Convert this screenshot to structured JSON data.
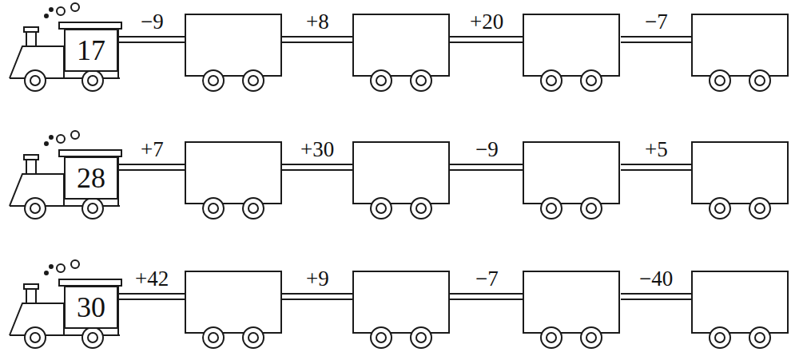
{
  "diagram": {
    "nodes": [
      {
        "text": [
          "17"
        ]
      },
      {
        "text": [
          "28"
        ]
      },
      {
        "text": [
          "30"
        ]
      }
    ],
    "labels": [
      "−9",
      "+8",
      "+20",
      "−7",
      "+7",
      "+30",
      "−9",
      "+5",
      "+42",
      "+9",
      "−7",
      "−40"
    ]
  }
}
